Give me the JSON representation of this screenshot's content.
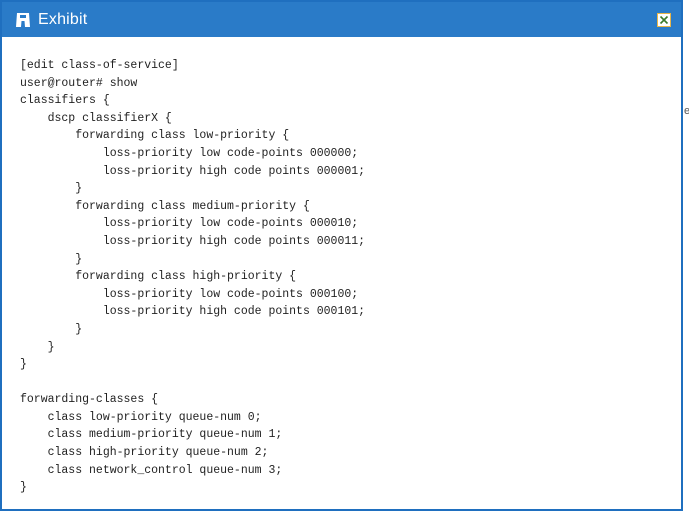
{
  "window": {
    "title": "Exhibit",
    "title_color": "#ffffff",
    "titlebar_color": "#2a7bc8",
    "close_icon": "close-icon"
  },
  "code_lines": [
    "[edit class-of-service]",
    "user@router# show",
    "classifiers {",
    "    dscp classifierX {",
    "        forwarding class low-priority {",
    "            loss-priority low code-points 000000;",
    "            loss-priority high code points 000001;",
    "        }",
    "        forwarding class medium-priority {",
    "            loss-priority low code-points 000010;",
    "            loss-priority high code points 000011;",
    "        }",
    "        forwarding class high-priority {",
    "            loss-priority low code-points 000100;",
    "            loss-priority high code points 000101;",
    "        }",
    "    }",
    "}",
    "",
    "forwarding-classes {",
    "    class low-priority queue-num 0;",
    "    class medium-priority queue-num 1;",
    "    class high-priority queue-num 2;",
    "    class network_control queue-num 3;",
    "}"
  ],
  "edge_fragment": "e"
}
